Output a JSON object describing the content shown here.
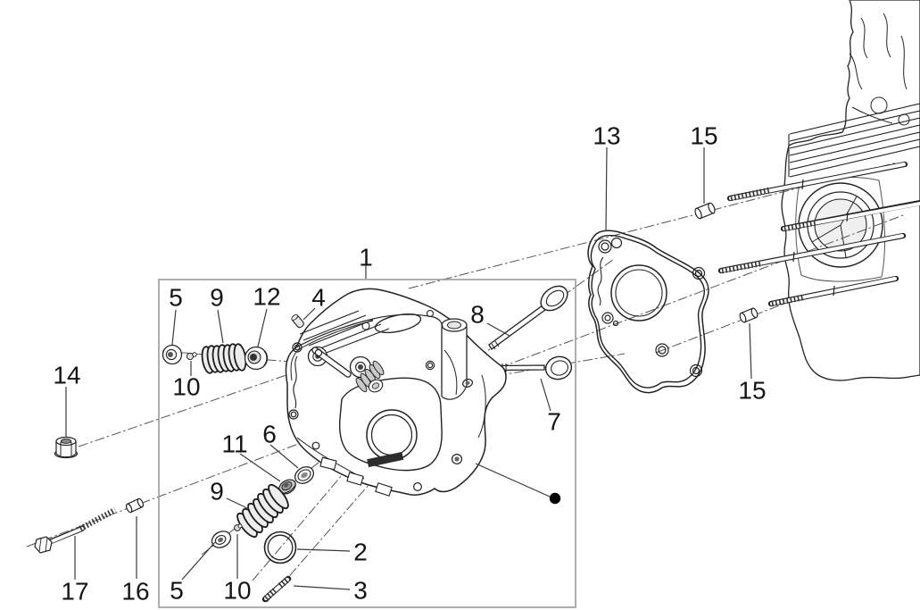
{
  "figure": {
    "type": "exploded-parts-diagram",
    "background_color": "#ffffff",
    "line_color": "#222222",
    "axis_line_color": "#555555",
    "box_border_color": "#9a9a9a",
    "label_color": "#151515",
    "reference_dot_color": "#000000",
    "callouts": [
      {
        "id": "callout-1",
        "text": "1"
      },
      {
        "id": "callout-2",
        "text": "2"
      },
      {
        "id": "callout-3",
        "text": "3"
      },
      {
        "id": "callout-4",
        "text": "4"
      },
      {
        "id": "callout-5-top",
        "text": "5"
      },
      {
        "id": "callout-5-bottom",
        "text": "5"
      },
      {
        "id": "callout-6",
        "text": "6"
      },
      {
        "id": "callout-7",
        "text": "7"
      },
      {
        "id": "callout-8",
        "text": "8"
      },
      {
        "id": "callout-9-top",
        "text": "9"
      },
      {
        "id": "callout-9-bottom",
        "text": "9"
      },
      {
        "id": "callout-10-top",
        "text": "10"
      },
      {
        "id": "callout-10-bottom",
        "text": "10"
      },
      {
        "id": "callout-11",
        "text": "11"
      },
      {
        "id": "callout-12",
        "text": "12"
      },
      {
        "id": "callout-13",
        "text": "13"
      },
      {
        "id": "callout-14",
        "text": "14"
      },
      {
        "id": "callout-15-top",
        "text": "15"
      },
      {
        "id": "callout-15-bottom",
        "text": "15"
      },
      {
        "id": "callout-16",
        "text": "16"
      },
      {
        "id": "callout-17",
        "text": "17"
      }
    ]
  }
}
